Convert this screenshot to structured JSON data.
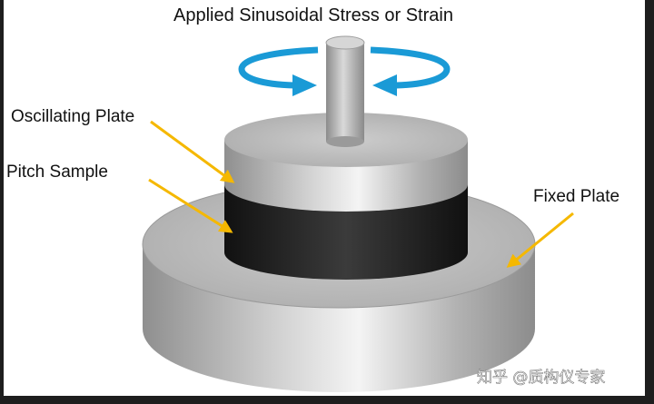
{
  "title": "Applied Sinusoidal Stress or Strain",
  "labels": {
    "oscillating_plate": "Oscillating Plate",
    "pitch_sample": "Pitch Sample",
    "fixed_plate": "Fixed Plate"
  },
  "watermark": "知乎 @质构仪专家",
  "colors": {
    "arrow_blue": "#1a9ad6",
    "pointer_yellow": "#f5b800",
    "sample_black": "#1c1c1c",
    "metal_gray": "#b9b9b9"
  }
}
